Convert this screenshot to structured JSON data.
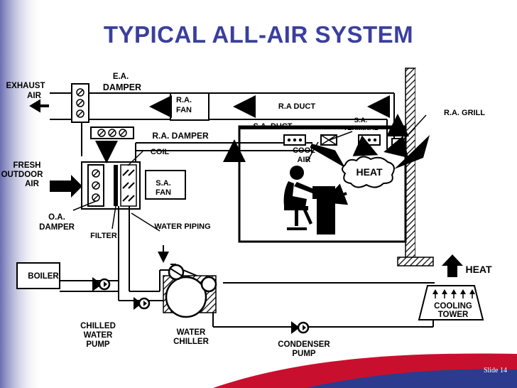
{
  "slide": {
    "title": "TYPICAL ALL-AIR SYSTEM",
    "slide_number": "Slide 14",
    "colors": {
      "title": "#3a3f9e",
      "left_accent": "#6b6fb3",
      "red_swoosh": "#c8102e",
      "blue_swoosh": "#2c3b8e"
    }
  },
  "labels": {
    "exhaust_air_1": "EXHAUST",
    "exhaust_air_2": "AIR",
    "ea_damper_1": "E.A.",
    "ea_damper_2": "DAMPER",
    "ra_fan_1": "R.A.",
    "ra_fan_2": "FAN",
    "ra_duct": "R.A DUCT",
    "ra_grill": "R.A. GRILL",
    "sa_duct": "S.A. DUCT",
    "sa_terminal_1": "S.A.",
    "sa_terminal_2": "TERMINAL",
    "ra_damper": "R.A. DAMPER",
    "coil": "COIL",
    "cool_air_1": "COOL",
    "cool_air_2": "AIR",
    "fresh_air_1": "FRESH",
    "fresh_air_2": "OUTDOOR",
    "fresh_air_3": "AIR",
    "heat_room": "HEAT",
    "sa_fan_1": "S.A.",
    "sa_fan_2": "FAN",
    "oa_damper_1": "O.A.",
    "oa_damper_2": "DAMPER",
    "water_piping": "WATER PIPING",
    "filter": "FILTER",
    "boiler": "BOILER",
    "heat_out": "HEAT",
    "cooling_tower_1": "COOLING",
    "cooling_tower_2": "TOWER",
    "chilled_pump_1": "CHILLED",
    "chilled_pump_2": "WATER",
    "chilled_pump_3": "PUMP",
    "water_chiller_1": "WATER",
    "water_chiller_2": "CHILLER",
    "condenser_pump_1": "CONDENSER",
    "condenser_pump_2": "PUMP"
  }
}
